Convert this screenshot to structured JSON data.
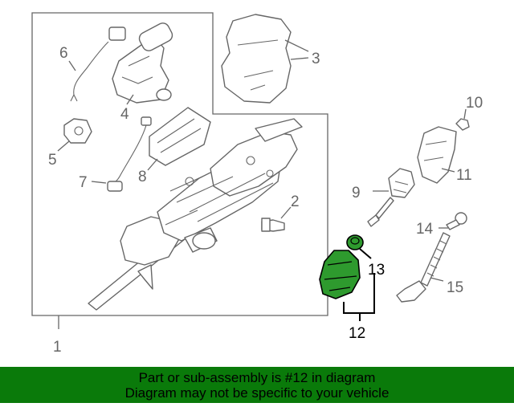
{
  "callouts": {
    "c1": "1",
    "c2": "2",
    "c3": "3",
    "c4": "4",
    "c5": "5",
    "c6": "6",
    "c7": "7",
    "c8": "8",
    "c9": "9",
    "c10": "10",
    "c11": "11",
    "c12": "12",
    "c13": "13",
    "c14": "14",
    "c15": "15"
  },
  "highlight_color": "#2e9a2e",
  "banner": {
    "color": "#0a7a0a",
    "line1": "Part or sub-assembly is #12 in diagram",
    "line2": "Diagram may not be specific to your vehicle"
  }
}
